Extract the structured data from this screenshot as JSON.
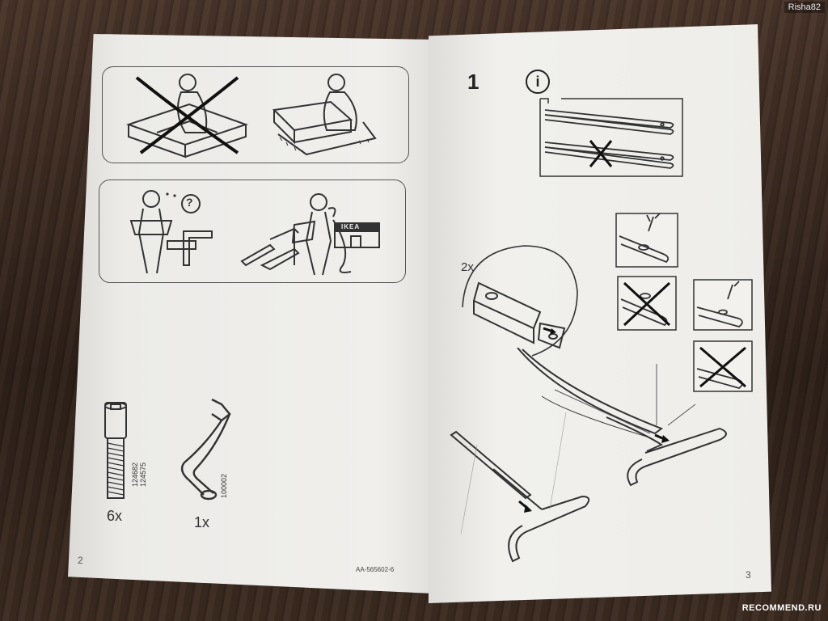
{
  "watermarks": {
    "author": "Risha82",
    "site": "RECOMMEND.RU"
  },
  "left_page": {
    "page_number": "2",
    "doc_code": "AA-565602-6",
    "shop_sign": "IKEA",
    "question_mark": "?",
    "parts": [
      {
        "qty": "6x",
        "codes": [
          "124682",
          "124575"
        ],
        "name": "bolt"
      },
      {
        "qty": "1x",
        "codes": [
          "100002"
        ],
        "name": "allen-key"
      }
    ]
  },
  "right_page": {
    "page_number": "3",
    "step": "1",
    "info_symbol": "i",
    "detail_qty": "2x"
  }
}
